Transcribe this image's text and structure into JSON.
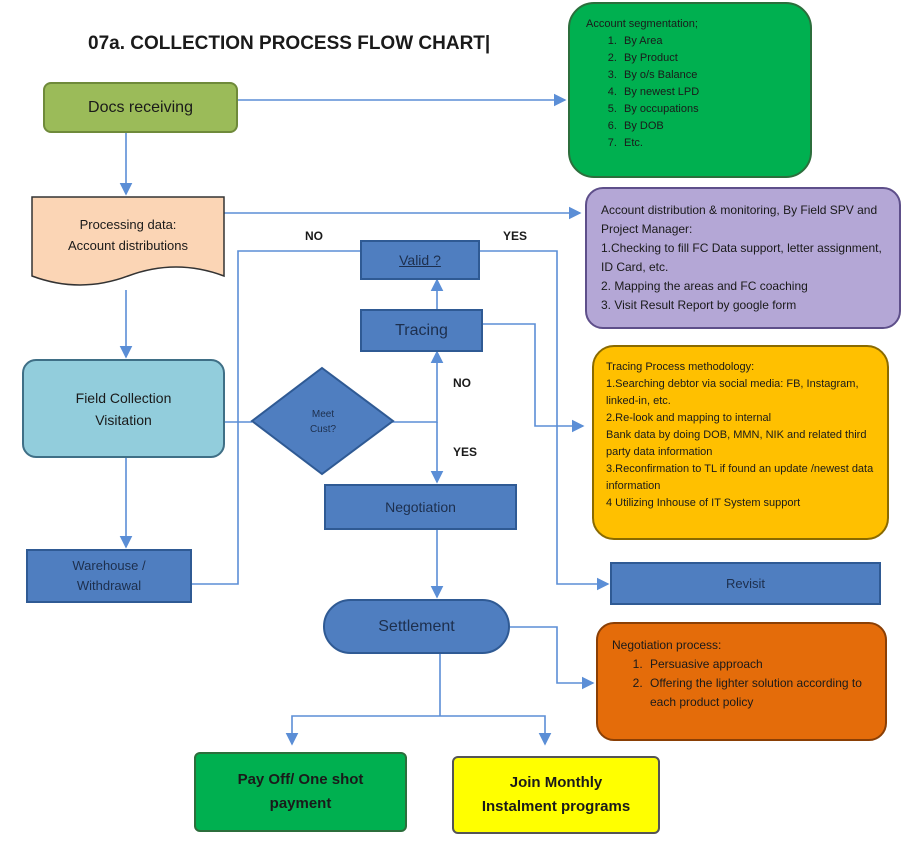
{
  "title": "07a.   COLLECTION PROCESS FLOW CHART|",
  "nodes": {
    "docs_receiving": "Docs receiving",
    "processing_data_line1": "Processing data:",
    "processing_data_line2": "Account distributions",
    "field_collection_line1": "Field Collection",
    "field_collection_line2": "Visitation",
    "meet_cust_line1": "Meet",
    "meet_cust_line2": "Cust?",
    "warehouse_line1": "Warehouse /",
    "warehouse_line2": "Withdrawal",
    "valid": "Valid ?",
    "tracing": "Tracing",
    "negotiation": "Negotiation",
    "settlement": "Settlement",
    "revisit": "Revisit",
    "pay_off_line1": "Pay Off/ One shot",
    "pay_off_line2": "payment",
    "join_monthly_line1": "Join Monthly",
    "join_monthly_line2": "Instalment programs"
  },
  "edge_labels": {
    "no_valid": "NO",
    "yes_valid": "YES",
    "no_meet": "NO",
    "yes_meet": "YES"
  },
  "notes": {
    "segmentation": {
      "heading": "Account segmentation;",
      "items": [
        "By Area",
        "By Product",
        "By o/s Balance",
        "By newest LPD",
        "By occupations",
        "By DOB",
        "Etc."
      ]
    },
    "distribution": {
      "lines": [
        "Account distribution & monitoring, By Field SPV and Project Manager:",
        "1.Checking to fill FC Data support, letter assignment, ID Card, etc.",
        "2. Mapping the areas and FC coaching",
        "3. Visit Result Report by google form"
      ]
    },
    "tracing_method": {
      "lines": [
        "Tracing Process methodology:",
        "1.Searching debtor via social media: FB, Instagram, linked-in, etc.",
        "2.Re-look and mapping to internal",
        "Bank data by doing DOB, MMN, NIK and related third party data information",
        "3.Reconfirmation to TL if found an update /newest data information",
        "4 Utilizing Inhouse of IT System support"
      ]
    },
    "negotiation_process": {
      "heading": "Negotiation process:",
      "items": [
        "Persuasive approach",
        "Offering the lighter solution according to each product policy"
      ]
    }
  },
  "colors": {
    "flow_blue": "#4f7ec0",
    "docs_green": "#9bbb59",
    "seg_green": "#00b050",
    "processing_peach": "#fbd5b5",
    "field_lightblue": "#92cddc",
    "distribution_lavender": "#b4a7d6",
    "tracing_yellow": "#ffc000",
    "negotiation_orange": "#e46c0a",
    "payoff_green": "#00b050",
    "monthly_yellow": "#ffff00",
    "connector": "#5b8ed6"
  }
}
